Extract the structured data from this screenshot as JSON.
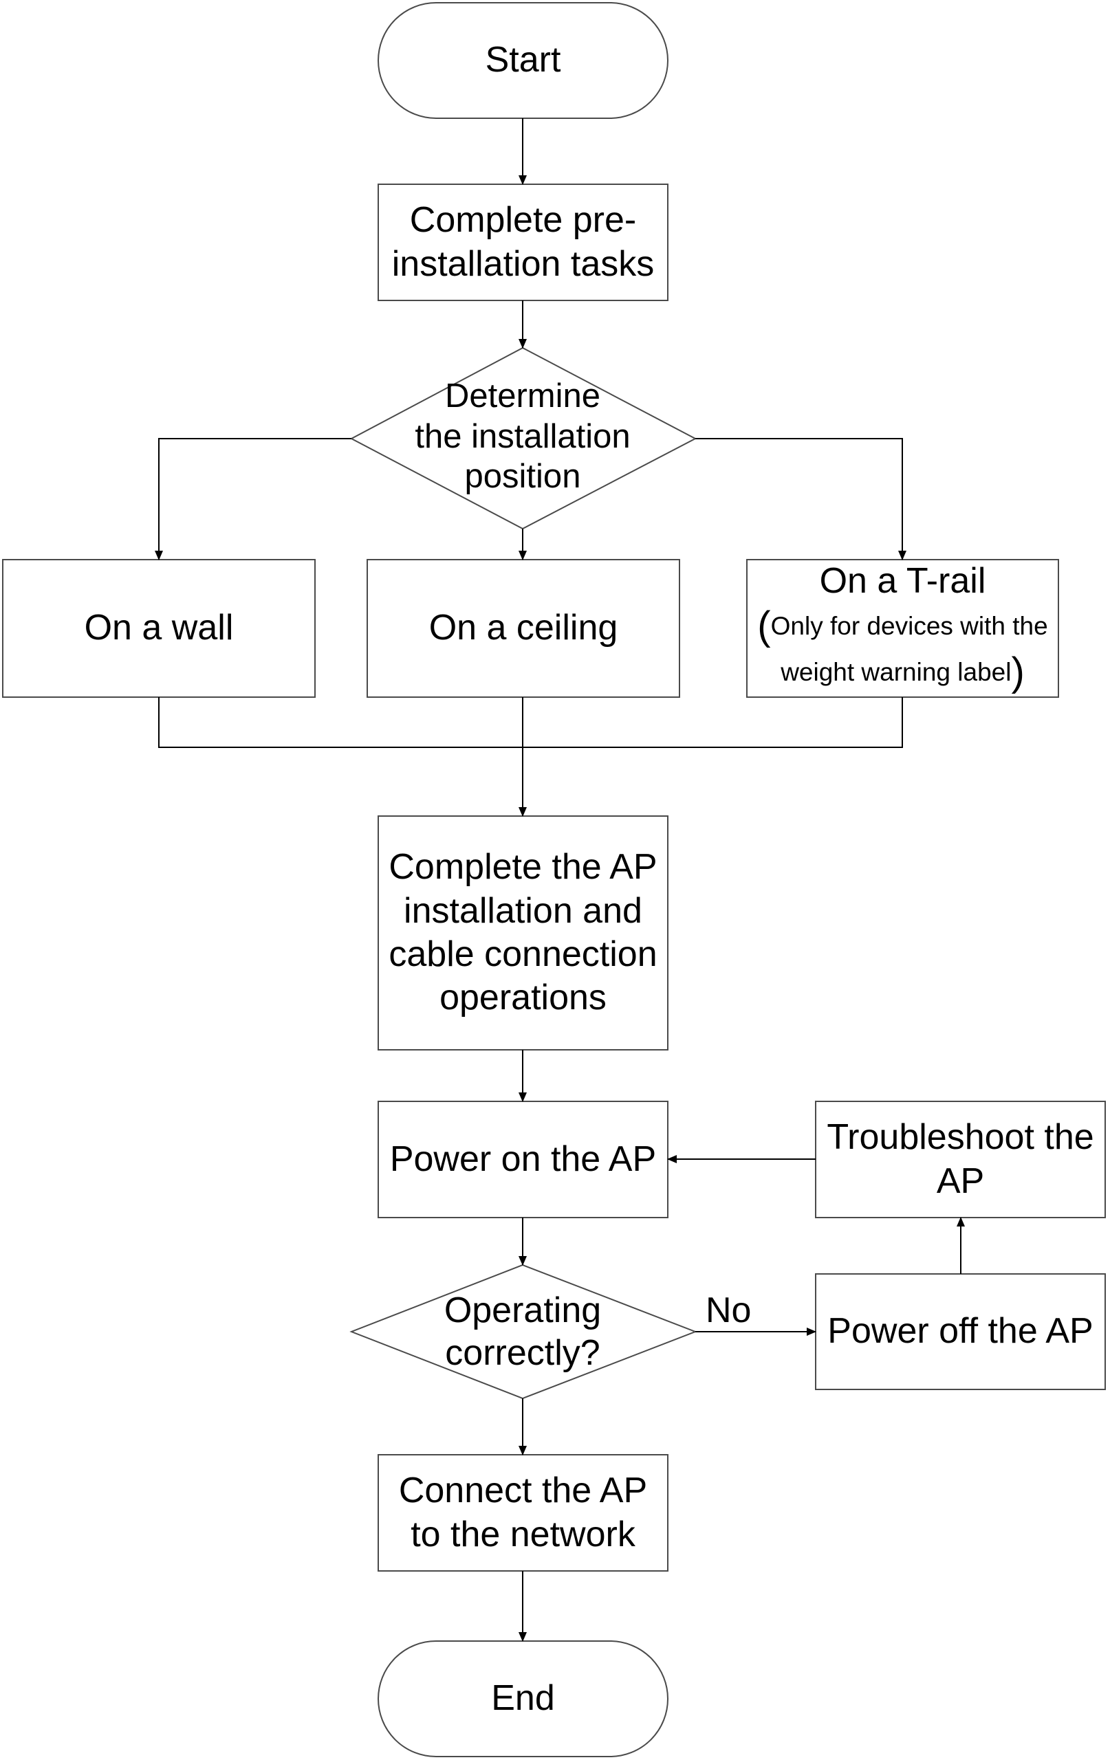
{
  "flowchart": {
    "start": "Start",
    "preinstall": [
      "Complete pre-",
      "installation tasks"
    ],
    "determine": [
      "Determine",
      "the installation",
      "position"
    ],
    "wall": "On a wall",
    "ceiling": "On a ceiling",
    "trail": {
      "title": "On a T-rail",
      "note_line1": "Only for devices with the",
      "note_line2": "weight warning label",
      "open_paren": "(",
      "close_paren": ")"
    },
    "install": [
      "Complete the AP",
      "installation and",
      "cable connection",
      "operations"
    ],
    "power_on": "Power on the AP",
    "troubleshoot": [
      "Troubleshoot the",
      "AP"
    ],
    "operating": [
      "Operating",
      "correctly?"
    ],
    "no_label": "No",
    "power_off": "Power off the AP",
    "connect": [
      "Connect the AP",
      "to the network"
    ],
    "end": "End"
  },
  "colors": {
    "stroke": "#4a4a4a",
    "text": "#000000",
    "background": "#ffffff"
  }
}
